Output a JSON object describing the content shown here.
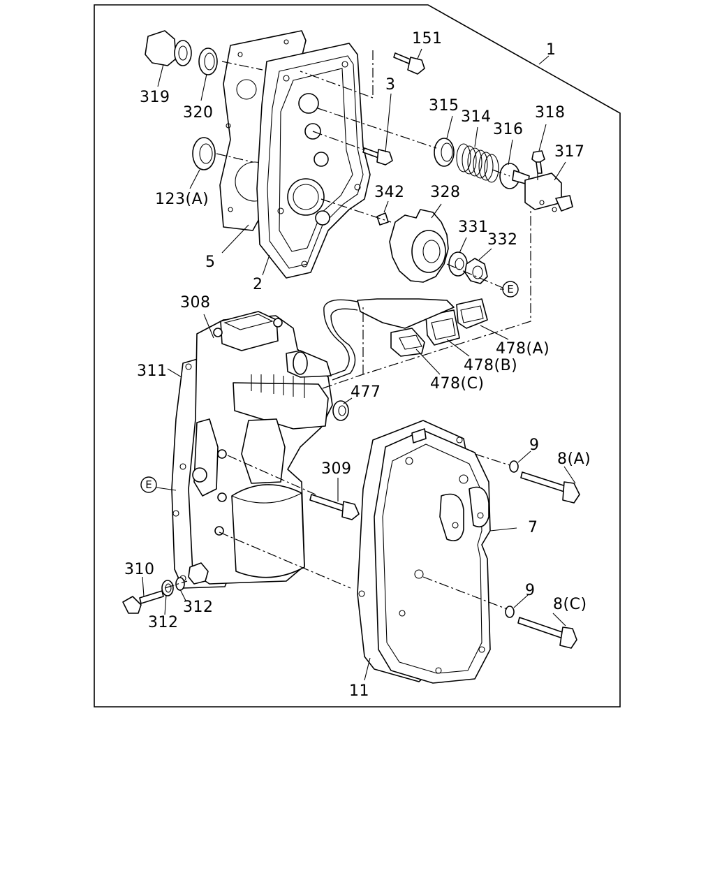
{
  "labels": {
    "l1": "1",
    "l2": "2",
    "l3": "3",
    "l5": "5",
    "l7": "7",
    "l9a": "9",
    "l9b": "9",
    "l8a": "8(A)",
    "l8c": "8(C)",
    "l11": "11",
    "l123a": "123(A)",
    "l151": "151",
    "l308": "308",
    "l309": "309",
    "l310": "310",
    "l311": "311",
    "l312a": "312",
    "l312b": "312",
    "l314": "314",
    "l315": "315",
    "l316": "316",
    "l317": "317",
    "l318": "318",
    "l319": "319",
    "l320": "320",
    "l328": "328",
    "l331": "331",
    "l332": "332",
    "l342": "342",
    "l477": "477",
    "l478a": "478(A)",
    "l478b": "478(B)",
    "l478c": "478(C)",
    "e1": "E",
    "e2": "E"
  }
}
